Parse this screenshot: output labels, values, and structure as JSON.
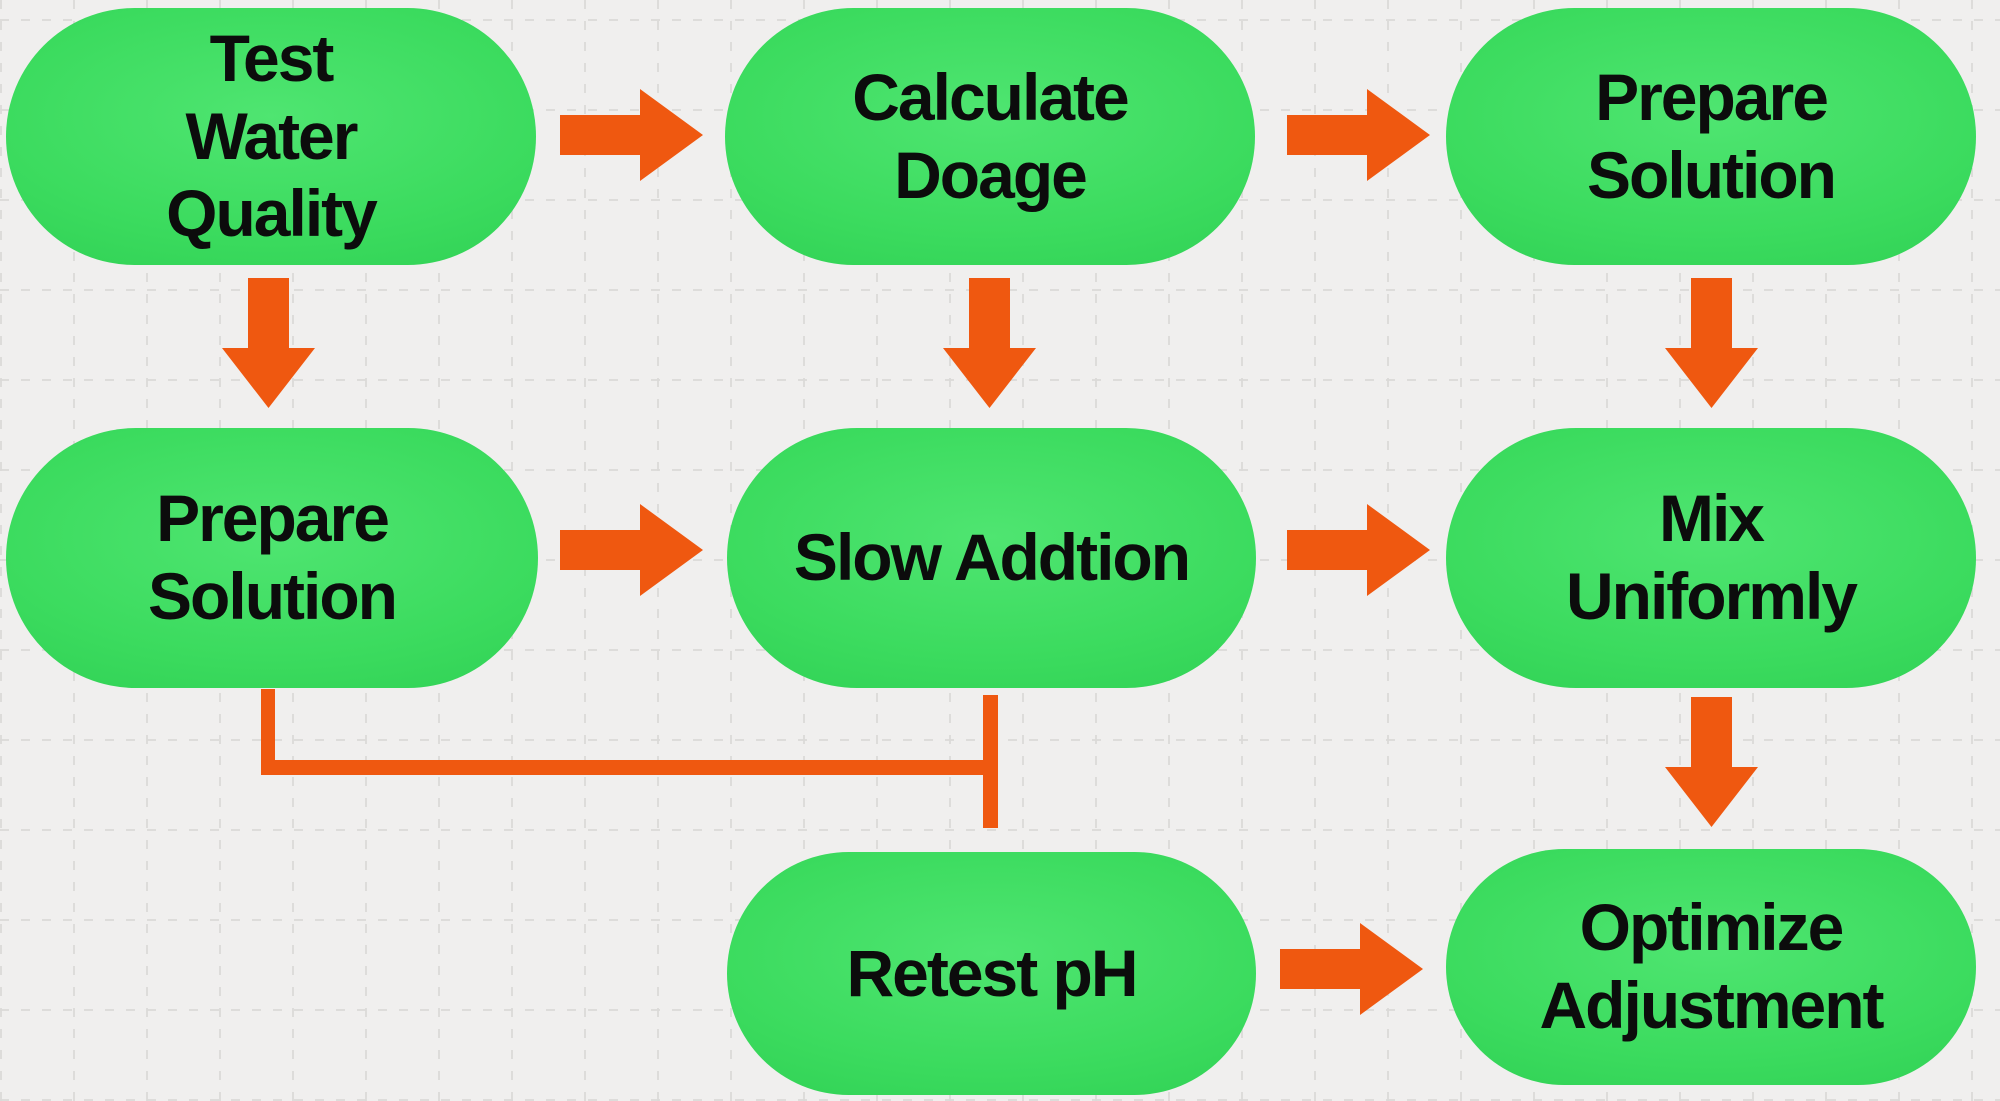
{
  "flowchart": {
    "title": "",
    "nodes": [
      {
        "id": "test-water-quality",
        "label": "Test\nWater\nQuality"
      },
      {
        "id": "calculate-doage",
        "label": "Calculate\nDoage"
      },
      {
        "id": "prepare-solution-top",
        "label": "Prepare\nSolution"
      },
      {
        "id": "prepare-solution-left",
        "label": "Prepare\nSolution"
      },
      {
        "id": "slow-addtion",
        "label": "Slow Addtion"
      },
      {
        "id": "mix-uniformly",
        "label": "Mix\nUniformly"
      },
      {
        "id": "retest-ph",
        "label": "Retest pH"
      },
      {
        "id": "optimize-adjustment",
        "label": "Optimize\nAdjustment"
      }
    ],
    "edges": [
      {
        "from": "test-water-quality",
        "to": "calculate-doage",
        "style": "block-arrow-right"
      },
      {
        "from": "calculate-doage",
        "to": "prepare-solution-top",
        "style": "block-arrow-right"
      },
      {
        "from": "test-water-quality",
        "to": "prepare-solution-left",
        "style": "block-arrow-down"
      },
      {
        "from": "calculate-doage",
        "to": "slow-addtion",
        "style": "block-arrow-down"
      },
      {
        "from": "prepare-solution-top",
        "to": "mix-uniformly",
        "style": "block-arrow-down"
      },
      {
        "from": "prepare-solution-left",
        "to": "slow-addtion",
        "style": "block-arrow-right"
      },
      {
        "from": "slow-addtion",
        "to": "mix-uniformly",
        "style": "block-arrow-right"
      },
      {
        "from": "mix-uniformly",
        "to": "optimize-adjustment",
        "style": "block-arrow-down"
      },
      {
        "from": "prepare-solution-left",
        "to": "retest-ph",
        "style": "elbow-line-no-arrowhead"
      },
      {
        "from": "slow-addtion",
        "to": "retest-ph",
        "style": "plain-line-no-arrowhead"
      },
      {
        "from": "retest-ph",
        "to": "optimize-adjustment",
        "style": "block-arrow-right"
      }
    ],
    "colors": {
      "background": "#f0efee",
      "grid_line": "#dbdad8",
      "node_fill": "#3bdb5e",
      "node_fill_light": "#4fe571",
      "node_fill_dark": "#2ccd51",
      "arrow": "#ef5810",
      "text": "#0c0c0c"
    }
  }
}
